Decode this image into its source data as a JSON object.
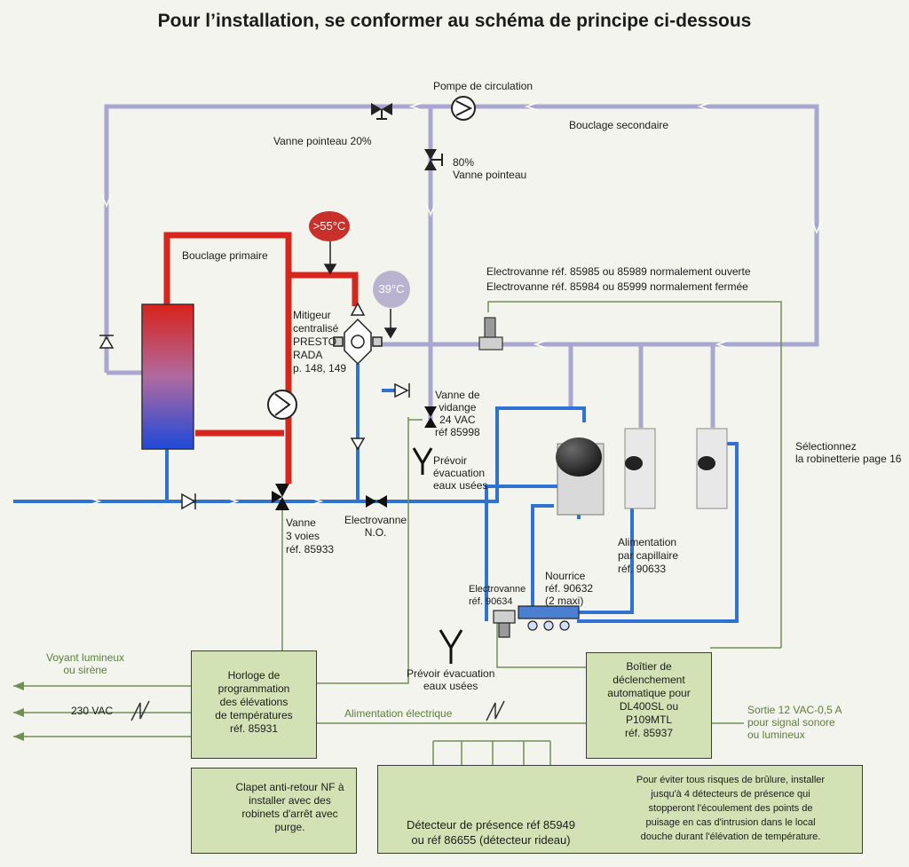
{
  "title": "Pour l’installation, se conformer au schéma de principe ci-dessous",
  "labels": {
    "pompe": "Pompe de circulation",
    "bouclage_secondaire": "Bouclage secondaire",
    "vanne_pointeau_20": "Vanne pointeau  20%",
    "vanne_pointeau_80": "80%\nVanne pointeau",
    "bouclage_primaire": "Bouclage primaire",
    "temp_hot": ">55°C",
    "temp_mix": "39°C",
    "electrovanne_refs": "Electrovanne réf. 85985 ou 85989 normalement ouverte\nElectrovanne réf. 85984 ou 85999 normalement fermée",
    "mitigeur": "Mitigeur\ncentralisé\nPRESTO\nRADA\np. 148, 149",
    "vanne_vidange": "Vanne de\nvidange\n24 VAC\nréf 85998",
    "prevoir_evac_1": "Prévoir\névacuation\neaux usées",
    "vanne_3_voies": "Vanne\n3 voies\nréf. 85933",
    "electrovanne_no": "Electrovanne\nN.O.",
    "selectionnez": "Sélectionnez\nla robinetterie page 16",
    "alimentation_capillaire": "Alimentation\npar capillaire\nréf. 90633",
    "nourrice": "Nourrice\nréf. 90632\n(2 maxi)",
    "electrovanne_90634": "Electrovanne\nréf. 90634",
    "prevoir_evac_2": "Prévoir évacuation\neaux usées",
    "voyant": "Voyant lumineux\nou sirène",
    "vac230": "230 VAC",
    "alim_electrique": "Alimentation électrique",
    "sortie": "Sortie 12 VAC-0,5 A\npour signal sonore\nou lumineux"
  },
  "boxes": {
    "horloge": "Horloge de\nprogrammation\ndes élévations\nde températures\nréf. 85931",
    "boitier": "Boîtier de\ndéclenchement\nautomatique pour\nDL400SL ou\nP109MTL\nréf. 85937",
    "clapet": "Clapet anti-retour NF à\ninstaller avec des\nrobinets d'arrêt avec\npurge.",
    "detecteur": "Détecteur de présence réf 85949\nou réf 86655 (détecteur rideau)",
    "avertissement": "Pour éviter tous risques de brûlure, installer\njusqu'à 4 détecteurs de présence qui\nstopperont l'écoulement des points de\npuisage en cas d'intrusion dans le local\ndouche durant l'élévation de température."
  },
  "colors": {
    "hot": "#d8261d",
    "cold": "#2f72d2",
    "loop": "#aaa6d2",
    "signal": "#6f8f54",
    "box": "#d3e2b4"
  }
}
